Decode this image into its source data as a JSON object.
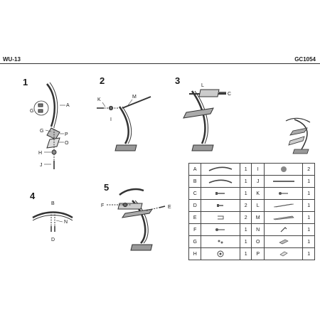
{
  "header": {
    "left_code": "WU-13",
    "right_code": "GC1054"
  },
  "steps": [
    "1",
    "2",
    "3",
    "4",
    "5"
  ],
  "labels": {
    "s1": [
      "A",
      "G",
      "G",
      "P",
      "O",
      "H",
      "J"
    ],
    "s2": [
      "K",
      "M",
      "I"
    ],
    "s3": [
      "L",
      "C"
    ],
    "s4": [
      "B",
      "N",
      "D"
    ],
    "s5": [
      "F",
      "E"
    ]
  },
  "parts": [
    {
      "left": {
        "letter": "A",
        "icon": "curved-arm-icon",
        "qty": "1"
      },
      "right": {
        "letter": "I",
        "icon": "round-knob-icon",
        "qty": "2"
      }
    },
    {
      "left": {
        "letter": "B",
        "icon": "curved-bar-icon",
        "qty": "1"
      },
      "right": {
        "letter": "J",
        "icon": "long-rod-icon",
        "qty": "1"
      }
    },
    {
      "left": {
        "letter": "C",
        "icon": "screw-icon",
        "qty": "1"
      },
      "right": {
        "letter": "K",
        "icon": "bolt-icon",
        "qty": "1"
      }
    },
    {
      "left": {
        "letter": "D",
        "icon": "short-screw-icon",
        "qty": "2"
      },
      "right": {
        "letter": "L",
        "icon": "flat-tray-icon",
        "qty": "1"
      }
    },
    {
      "left": {
        "letter": "E",
        "icon": "bracket-icon",
        "qty": "2"
      },
      "right": {
        "letter": "M",
        "icon": "shelf-plate-icon",
        "qty": "1"
      }
    },
    {
      "left": {
        "letter": "F",
        "icon": "bolt-icon",
        "qty": "1"
      },
      "right": {
        "letter": "N",
        "icon": "allen-key-icon",
        "qty": "1"
      }
    },
    {
      "left": {
        "letter": "G",
        "icon": "small-screws-icon",
        "qty": "1"
      },
      "right": {
        "letter": "O",
        "icon": "square-plate-icon",
        "qty": "1"
      }
    },
    {
      "left": {
        "letter": "H",
        "icon": "washer-icon",
        "qty": "1"
      },
      "right": {
        "letter": "P",
        "icon": "square-pad-icon",
        "qty": "1"
      }
    }
  ]
}
